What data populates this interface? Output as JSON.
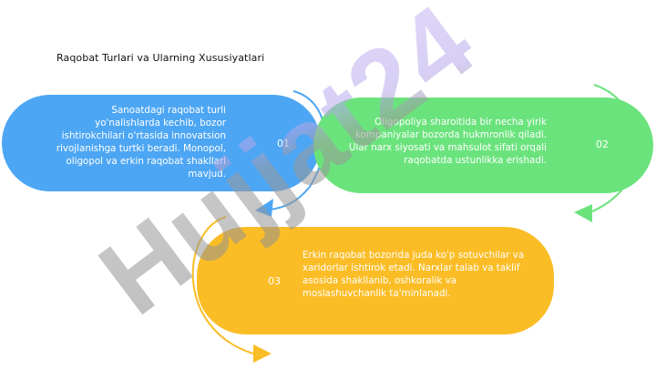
{
  "slide": {
    "title": "Raqobat Turlari va Ularning Xususiyatlari",
    "items": [
      {
        "number": "01",
        "text": "Sanoatdagi raqobat turli yo'nalishlarda kechib, bozor ishtirokchilari o'rtasida innovatsion rivojlanishga turtki beradi. Monopol, oligopol va erkin raqobat shakllari mavjud.",
        "color": "#4DA6F3"
      },
      {
        "number": "02",
        "text": "Oligopoliya sharoitida bir necha yirik kompaniyalar bozorda hukmronlik qiladi. Ular narx siyosati va mahsulot sifati orqali raqobatda ustunlikka erishadi.",
        "color": "#6BE37D"
      },
      {
        "number": "03",
        "text": "Erkin raqobat bozorida juda ko'p sotuvchilar va xaridorlar ishtirok etadi. Narxlar talab va taklif asosida shakllanib, oshkoralik va moslashuvchanlik ta'minlanadi.",
        "color": "#FBBD26"
      }
    ]
  },
  "watermark": {
    "text": "Hujjat24"
  },
  "icons": [
    "arrow-blue-icon",
    "arrow-green-icon",
    "arrow-yellow-icon"
  ]
}
